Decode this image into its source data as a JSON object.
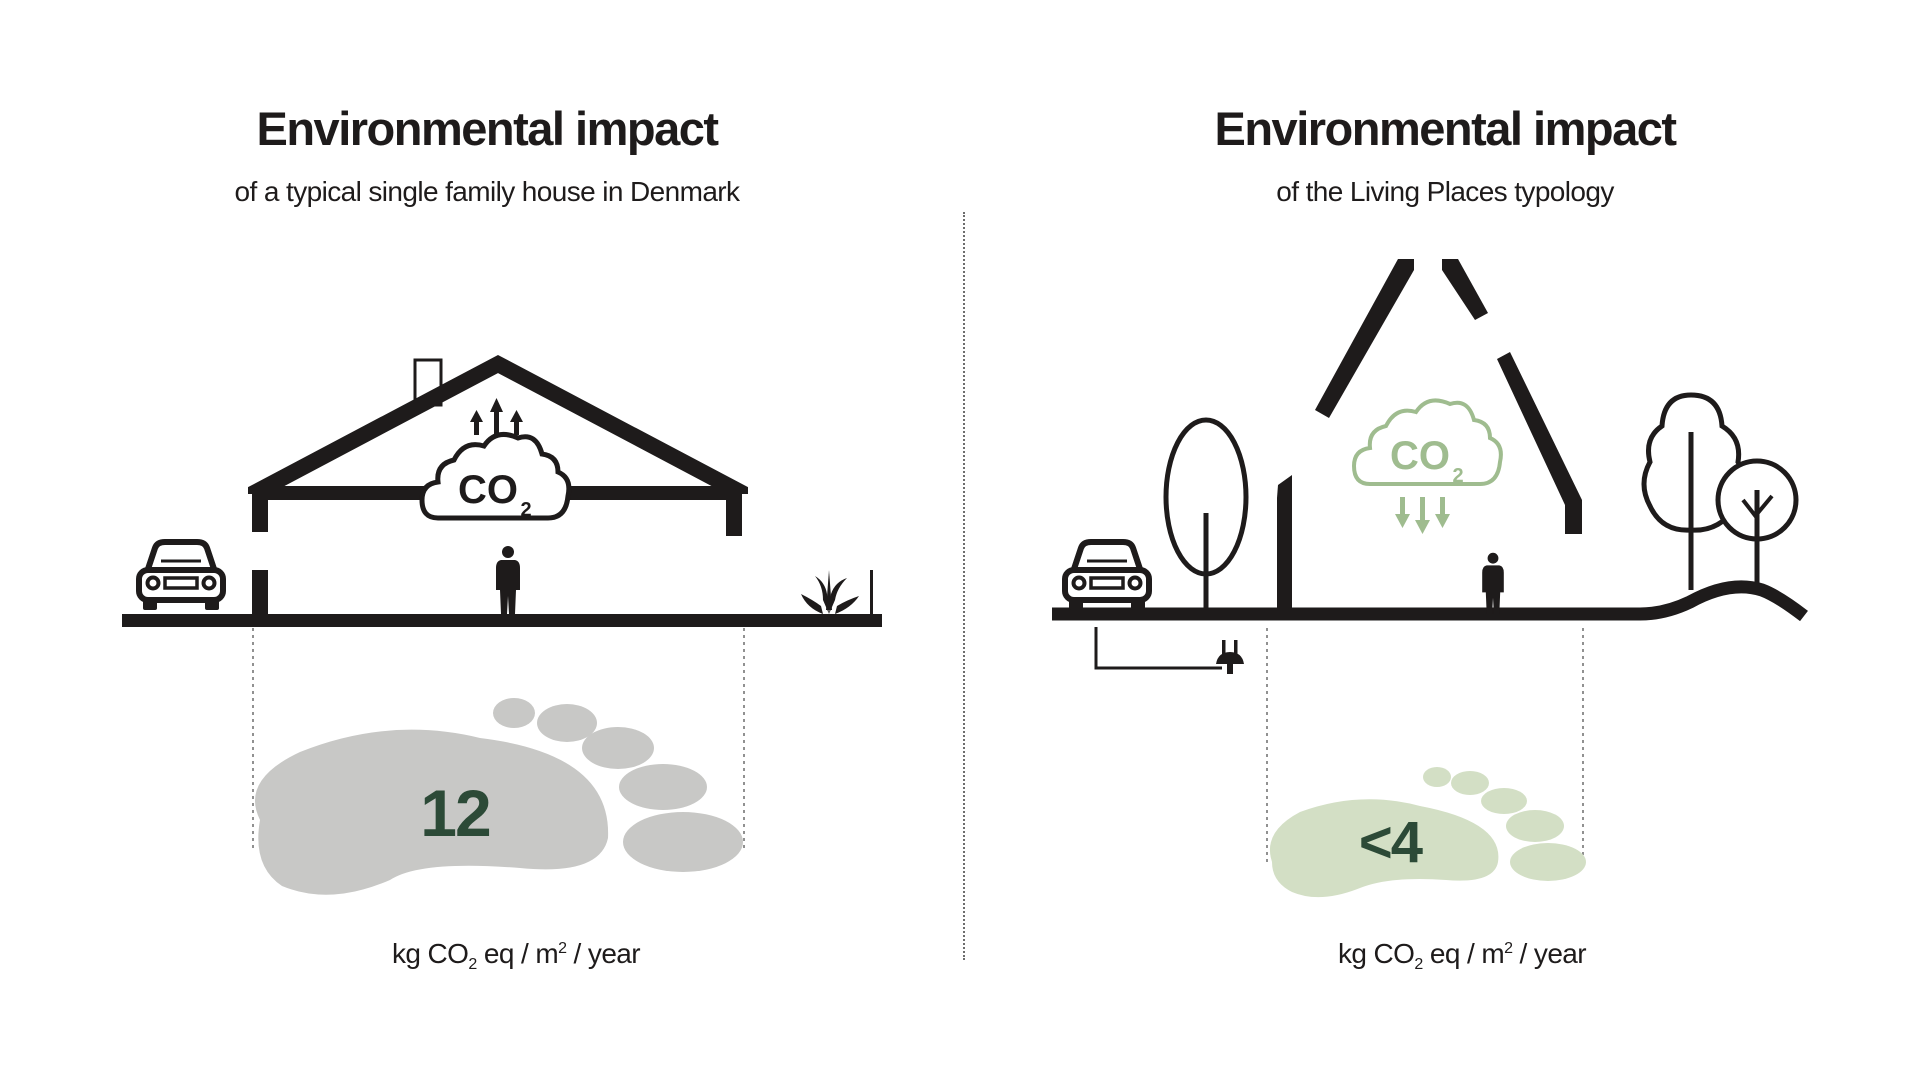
{
  "left": {
    "title": "Environmental impact",
    "subtitle": "of a typical single family house in Denmark",
    "footprint_value": "12",
    "cloud_label_main": "CO",
    "cloud_label_sub": "2",
    "unit_prefix": "kg CO",
    "unit_sub": "2",
    "unit_mid": " eq / m",
    "unit_sup": "2",
    "unit_suffix": " / year"
  },
  "right": {
    "title": "Environmental impact",
    "subtitle": "of the Living Places typology",
    "footprint_value": "<4",
    "cloud_label_main": "CO",
    "cloud_label_sub": "2",
    "unit_prefix": "kg CO",
    "unit_sub": "2",
    "unit_mid": " eq / m",
    "unit_sup": "2",
    "unit_suffix": " / year"
  },
  "colors": {
    "ink": "#1e1b1b",
    "footprint_grey": "#c8c8c6",
    "footprint_green": "#d3dfc5",
    "value_green": "#2c4a37",
    "co2_green": "#9fbc8f",
    "divider": "#6d6d6d"
  },
  "icons": [
    "car-icon",
    "person-icon",
    "plant-icon",
    "tree-icon",
    "cloud-icon",
    "arrows-up-icon",
    "arrows-down-icon",
    "plug-icon",
    "footprint-icon"
  ]
}
